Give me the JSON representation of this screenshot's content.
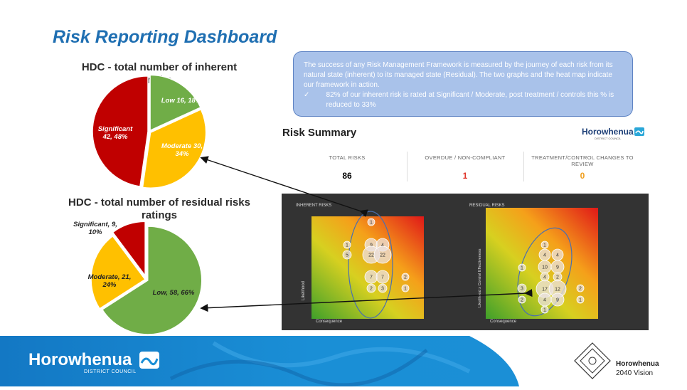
{
  "page": {
    "title": "Risk Reporting Dashboard"
  },
  "note": {
    "paragraph": "The success of any Risk Management Framework is measured by the journey of each risk from its natural state (inherent) to its managed state (Residual). The two graphs and the heat map indicate our framework in action.",
    "bullet_mark": "✓",
    "bullet": "82% of our inherent risk is rated at Significant / Moderate, post treatment / controls this % is reduced to 33%"
  },
  "summary": {
    "title": "Risk Summary",
    "kpis": [
      {
        "label": "TOTAL RISKS",
        "value": "86",
        "color": "#222222"
      },
      {
        "label": "OVERDUE / NON-COMPLIANT",
        "value": "1",
        "color": "#e0352b"
      },
      {
        "label": "TREATMENT/CONTROL CHANGES TO REVIEW",
        "value": "0",
        "color": "#f0a020"
      }
    ],
    "logo": {
      "name": "Horowhenua",
      "sub": "DISTRICT COUNCIL"
    }
  },
  "heatmaps": [
    {
      "label": "INHERENT RISKS",
      "ylabel": "Likelihood",
      "xlabel": "Consequence",
      "bubbles": [
        "1",
        "1",
        "9",
        "4",
        "5",
        "22",
        "22",
        "7",
        "7",
        "2",
        "2",
        "3",
        "1"
      ]
    },
    {
      "label": "RESIDUAL RISKS",
      "ylabel": "Likelihood x Control Effectiveness",
      "xlabel": "Consequence",
      "bubbles": [
        "1",
        "4",
        "4",
        "10",
        "9",
        "1",
        "4",
        "2",
        "3",
        "17",
        "12",
        "2",
        "2",
        "4",
        "9",
        "1",
        "1"
      ]
    }
  ],
  "chart_data": [
    {
      "type": "pie",
      "title": "HDC - total number of inherent risks",
      "slices": [
        {
          "label": "Low",
          "value": 16,
          "percent": 18,
          "text": "Low 16, 18%",
          "color": "#70ad47"
        },
        {
          "label": "Moderate",
          "value": 30,
          "percent": 34,
          "text": "Moderate 30, 34%",
          "color": "#ffc000"
        },
        {
          "label": "Significant",
          "value": 42,
          "percent": 48,
          "text": "Significant 42, 48%",
          "color": "#c00000"
        }
      ]
    },
    {
      "type": "pie",
      "title": "HDC - total number of residual risks ratings",
      "slices": [
        {
          "label": "Low",
          "value": 58,
          "percent": 66,
          "text": "Low, 58, 66%",
          "color": "#70ad47"
        },
        {
          "label": "Moderate",
          "value": 21,
          "percent": 24,
          "text": "Moderate, 21, 24%",
          "color": "#ffc000"
        },
        {
          "label": "Significant",
          "value": 9,
          "percent": 10,
          "text": "Significant, 9, 10%",
          "color": "#c00000"
        }
      ]
    }
  ],
  "footer": {
    "brand": "Horowhenua",
    "brand_sub": "DISTRICT COUNCIL",
    "vision_name": "Horowhenua",
    "vision_sub": "2040 Vision"
  }
}
